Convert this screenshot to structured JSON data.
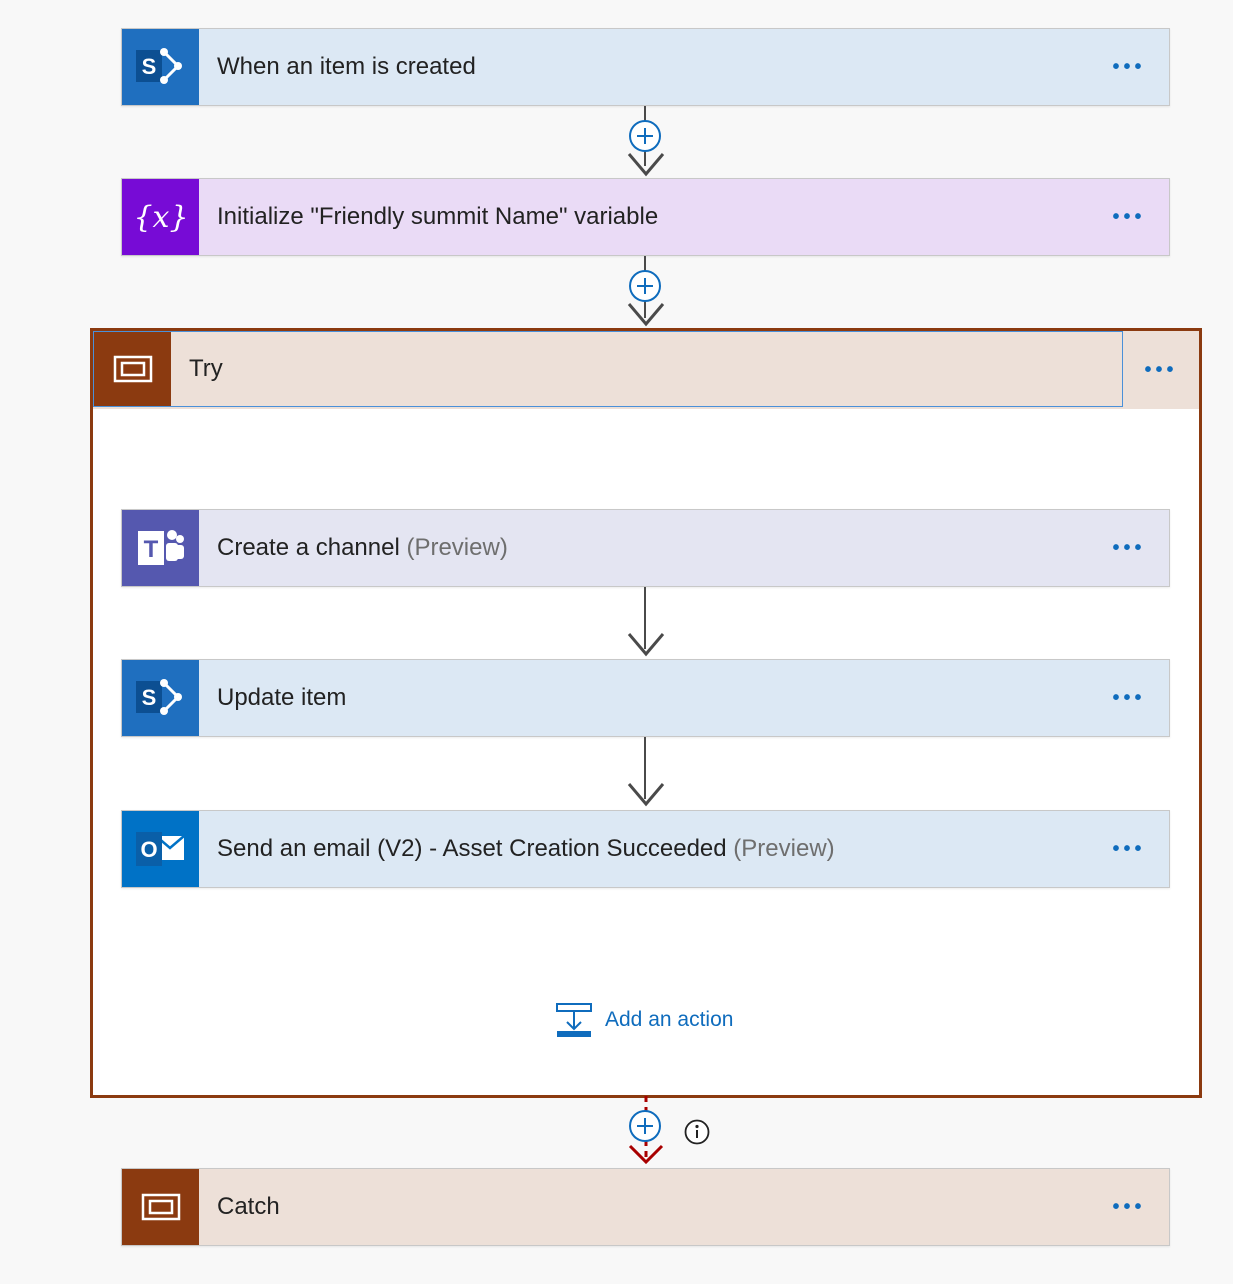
{
  "cards": {
    "trigger": {
      "title": "When an item is created",
      "more": "•••",
      "icon": "sharepoint-icon"
    },
    "init_var": {
      "title": "Initialize \"Friendly summit Name\" variable",
      "more": "•••",
      "icon": "variable-icon"
    },
    "create_channel": {
      "title": "Create a channel",
      "suffix": "(Preview)",
      "more": "•••",
      "icon": "teams-icon"
    },
    "update_item": {
      "title": "Update item",
      "more": "•••",
      "icon": "sharepoint-icon"
    },
    "send_email": {
      "title": "Send an email (V2) - Asset Creation Succeeded",
      "suffix": "(Preview)",
      "more": "•••",
      "icon": "outlook-icon"
    },
    "catch": {
      "title": "Catch",
      "more": "•••",
      "icon": "scope-icon"
    }
  },
  "scope": {
    "title": "Try",
    "more": "•••",
    "icon": "scope-icon"
  },
  "add_action": {
    "label": "Add an action",
    "icon": "add-action-icon"
  },
  "colors": {
    "sharepoint": "#0f6cbd",
    "variable": "#770bd6",
    "teams": "#5558af",
    "outlook": "#0072c6",
    "scope": "#8b3a10",
    "link": "#0f6cbd",
    "run_after_failed": "#a80000"
  }
}
